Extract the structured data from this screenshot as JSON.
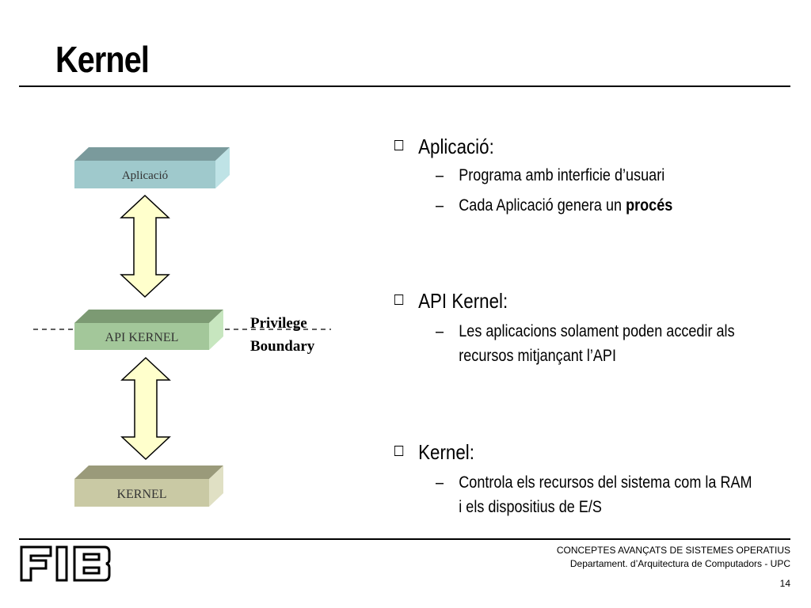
{
  "title": "Kernel",
  "diagram": {
    "app_label": "Aplicació",
    "api_label": "API KERNEL",
    "kernel_label": "KERNEL",
    "boundary_line1": "Privilege",
    "boundary_line2": "Boundary"
  },
  "bullets": [
    {
      "heading": "Aplicació:",
      "subs": [
        {
          "text": "Programa amb interficie d’usuari",
          "bold": ""
        },
        {
          "text": "Cada Aplicació genera un ",
          "bold": "procés"
        }
      ]
    },
    {
      "heading": "API Kernel:",
      "subs": [
        {
          "text": "Les aplicacions solament poden accedir als recursos mitjançant l’API",
          "bold": ""
        }
      ]
    },
    {
      "heading": "Kernel:",
      "subs": [
        {
          "text": "Controla els recursos del sistema com la RAM i els dispositius de E/S",
          "bold": ""
        }
      ]
    }
  ],
  "footer": {
    "logo": "FIB",
    "course": "CONCEPTES AVANÇATS DE SISTEMES OPERATIUS",
    "department": "Departament.  d’Arquitectura de Computadors - UPC",
    "page": "14"
  },
  "colors": {
    "app_front": "#9fc9cc",
    "app_top": "#7a9a9c",
    "app_side": "#bfe3e6",
    "api_front": "#a3c79a",
    "api_top": "#7c9a73",
    "api_side": "#c7e6bf",
    "kernel_front": "#c9c9a4",
    "kernel_top": "#9a9a7a",
    "kernel_side": "#e0e0c4",
    "arrow_fill": "#ffffcc"
  }
}
